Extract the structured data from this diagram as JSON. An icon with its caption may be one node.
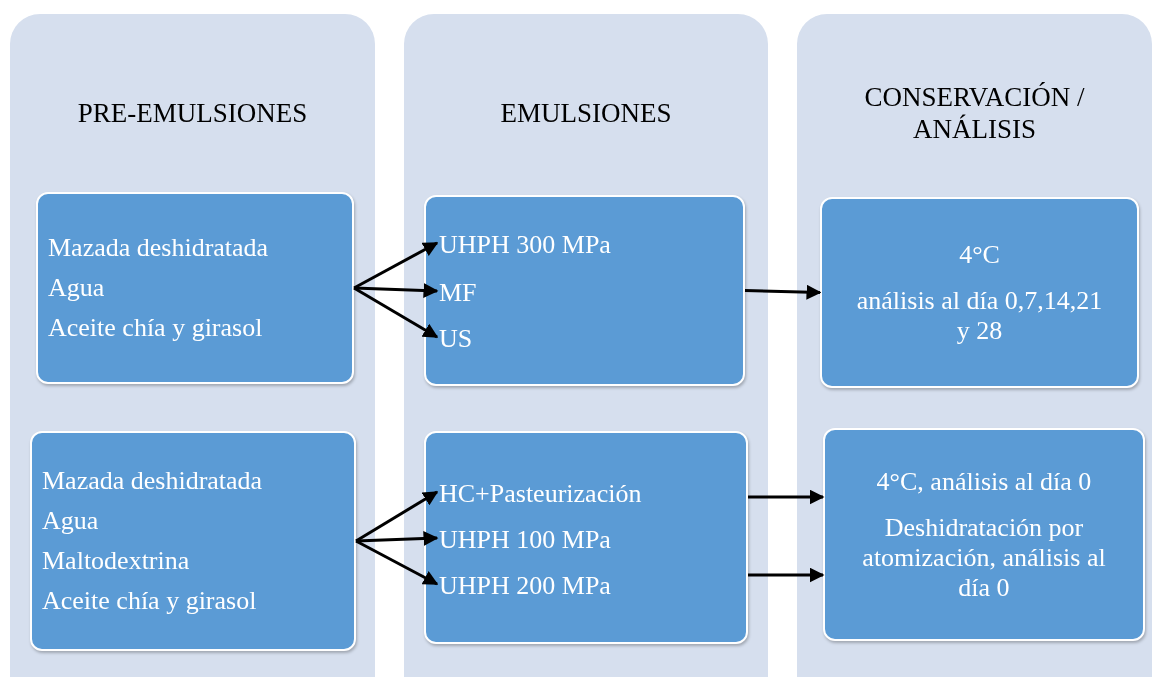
{
  "diagram": {
    "nodes": [
      {
        "text": [
          "PRE-EMULSIONES"
        ]
      },
      {
        "text": [
          "EMULSIONES"
        ]
      },
      {
        "text": [
          "CONSERVACIÓN / ANÁLISIS"
        ]
      },
      {
        "text": [
          "Mazada deshidratada",
          "Agua",
          "Aceite chía y girasol"
        ],
        "in": 0
      },
      {
        "text": [],
        "shape": "box",
        "in": 1
      },
      {
        "text": [
          "UHPH 300 MPa"
        ],
        "in": 4
      },
      {
        "text": [
          "MF"
        ],
        "in": 4
      },
      {
        "text": [
          "US"
        ],
        "in": 4
      },
      {
        "text": [
          "4°C",
          "análisis al día 0,7,14,21 y 28"
        ],
        "in": 2
      },
      {
        "text": [
          "Mazada deshidratada",
          "Agua",
          "Maltodextrina",
          "Aceite chía y girasol"
        ],
        "in": 0
      },
      {
        "text": [],
        "shape": "box",
        "in": 1
      },
      {
        "text": [
          "HC+Pasteurización"
        ],
        "in": 10
      },
      {
        "text": [
          "UHPH 100 MPa"
        ],
        "in": 10
      },
      {
        "text": [
          "UHPH 200 MPa"
        ],
        "in": 10
      },
      {
        "text": [
          "4°C, análisis al día 0",
          "Deshidratación por atomización, análisis al día 0"
        ],
        "in": 2
      }
    ],
    "edges": [
      {
        "from": 3,
        "to": 5,
        "arrow": "to"
      },
      {
        "from": 3,
        "to": 6,
        "arrow": "to"
      },
      {
        "from": 3,
        "to": 7,
        "arrow": "to"
      },
      {
        "from": 4,
        "to": 8,
        "arrow": "to"
      },
      {
        "from": 9,
        "to": 11,
        "arrow": "to"
      },
      {
        "from": 9,
        "to": 12,
        "arrow": "to"
      },
      {
        "from": 9,
        "to": 13,
        "arrow": "to"
      },
      {
        "from": 10,
        "to": 14,
        "arrow": "to"
      },
      {
        "from": 10,
        "to": 14,
        "arrow": "to"
      }
    ]
  }
}
